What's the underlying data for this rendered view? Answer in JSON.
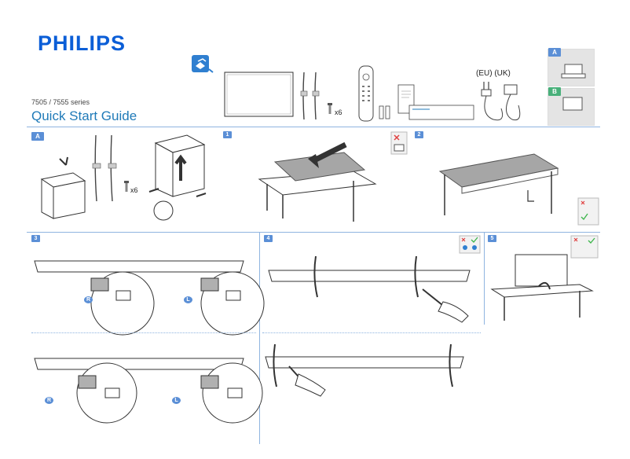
{
  "brand": "PHILIPS",
  "series": "7505 / 7555 series",
  "guide_title": "Quick Start Guide",
  "region_labels": "(EU) (UK)",
  "screws_qty": "x6",
  "option_badges": [
    "A",
    "B"
  ],
  "steps": [
    "A",
    "1",
    "2",
    "3",
    "4",
    "5"
  ],
  "side_labels": [
    "R",
    "L",
    "R",
    "L"
  ],
  "colors": {
    "accent": "#1f7ab8",
    "brand": "#0b5ed7",
    "badge": "#5b8fd6",
    "line": "#8fb4e0"
  }
}
